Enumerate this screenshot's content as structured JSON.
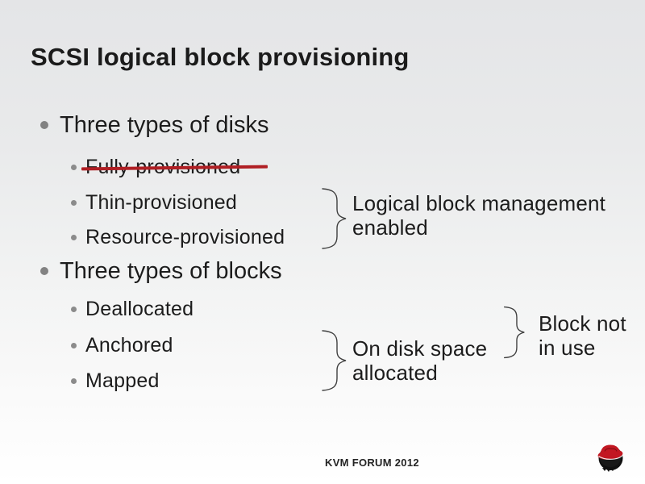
{
  "slide": {
    "title": "SCSI logical block provisioning",
    "footer": "KVM FORUM 2012",
    "bullets": [
      {
        "label": "Three types of disks",
        "level": 1,
        "strikethrough": false
      },
      {
        "label": "Fully-provisioned",
        "level": 2,
        "strikethrough": true
      },
      {
        "label": "Thin-provisioned",
        "level": 2,
        "strikethrough": false
      },
      {
        "label": "Resource-provisioned",
        "level": 2,
        "strikethrough": false
      },
      {
        "label": "Three types of blocks",
        "level": 1,
        "strikethrough": false
      },
      {
        "label": "Deallocated",
        "level": 2,
        "strikethrough": false
      },
      {
        "label": "Anchored",
        "level": 2,
        "strikethrough": false
      },
      {
        "label": "Mapped",
        "level": 2,
        "strikethrough": false
      }
    ],
    "annotations": [
      {
        "line1": "Logical block management",
        "line2": "enabled"
      },
      {
        "line1": "On disk space",
        "line2": "allocated"
      },
      {
        "line1": "Block not",
        "line2": "in use"
      }
    ],
    "colors": {
      "strikethrough_red": "#b01f24",
      "logo_red": "#c21722",
      "text": "#1c1c1c",
      "bullet_gray": "#828282"
    },
    "logo": "redhat-shadowman-logo"
  }
}
